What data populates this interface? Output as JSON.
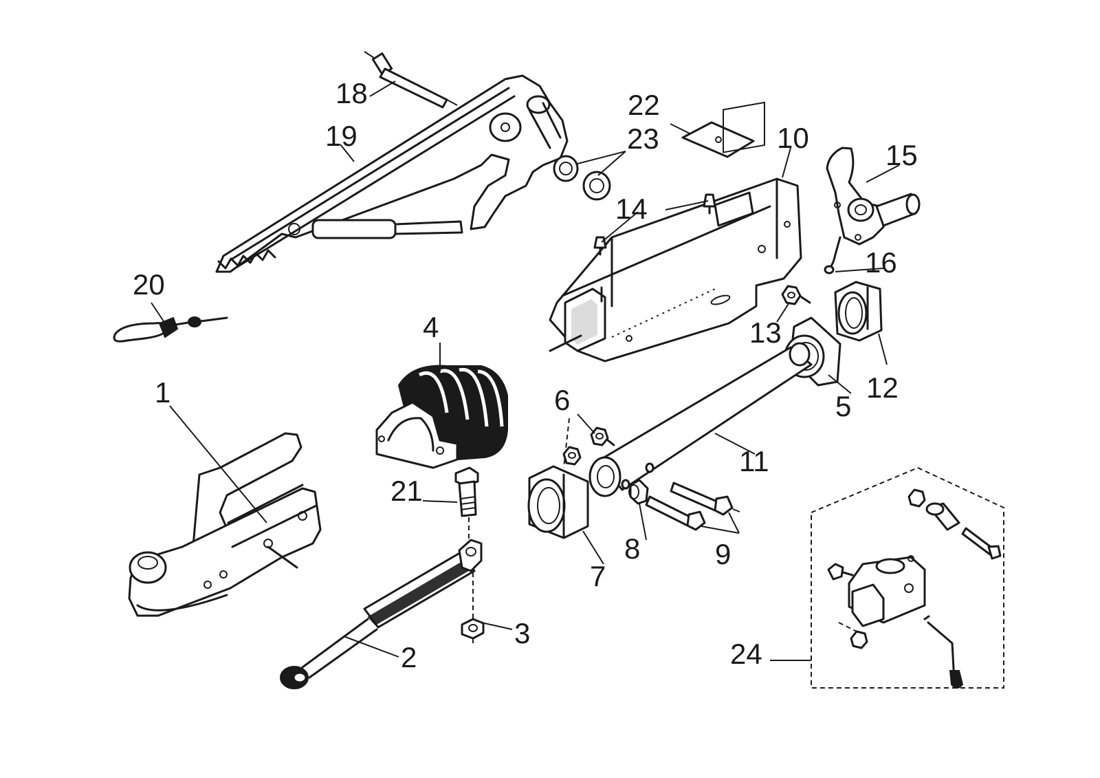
{
  "labels": {
    "l1": "1",
    "l2": "2",
    "l3": "3",
    "l4": "4",
    "l5": "5",
    "l6": "6",
    "l7": "7",
    "l8": "8",
    "l9": "9",
    "l10": "10",
    "l11": "11",
    "l12": "12",
    "l13": "13",
    "l14": "14",
    "l15": "15",
    "l16": "16",
    "l18": "18",
    "l19": "19",
    "l20": "20",
    "l21": "21",
    "l22": "22",
    "l23": "23",
    "l24": "24"
  },
  "colors": {
    "ink": "#1a1a1a",
    "paper": "#ffffff"
  }
}
